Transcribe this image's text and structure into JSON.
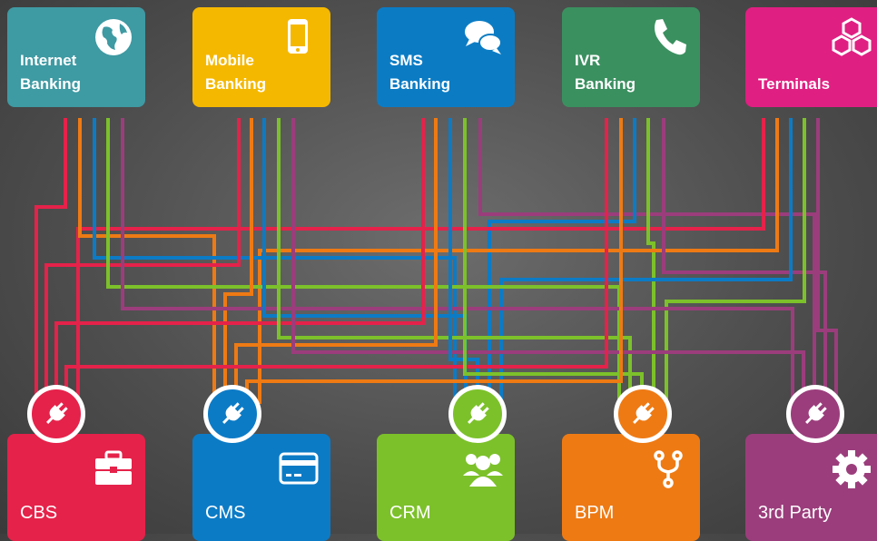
{
  "channels": [
    {
      "label_line1": "Internet",
      "label_line2": "Banking",
      "color": "#3e9aa3",
      "icon": "globe-icon"
    },
    {
      "label_line1": "Mobile",
      "label_line2": "Banking",
      "color": "#f5b800",
      "icon": "smartphone-icon"
    },
    {
      "label_line1": "SMS",
      "label_line2": "Banking",
      "color": "#0b7cc4",
      "icon": "chat-bubbles-icon"
    },
    {
      "label_line1": "IVR",
      "label_line2": "Banking",
      "color": "#3b9060",
      "icon": "phone-icon"
    },
    {
      "label_line1": "",
      "label_line2": "Terminals",
      "color": "#e01f82",
      "icon": "cubes-icon"
    }
  ],
  "systems": [
    {
      "label": "CBS",
      "color": "#e5224a",
      "icon": "briefcase-icon"
    },
    {
      "label": "CMS",
      "color": "#0c7bc6",
      "icon": "credit-card-icon"
    },
    {
      "label": "CRM",
      "color": "#7cc12a",
      "icon": "users-icon"
    },
    {
      "label": "BPM",
      "color": "#ee7a14",
      "icon": "branch-icon"
    },
    {
      "label": "3rd Party",
      "color": "#9b3d7c",
      "icon": "gear-icon"
    }
  ],
  "hub_icon": "plug-icon",
  "wire_colors": [
    "#e5224a",
    "#ee7a14",
    "#0c7bc6",
    "#7cc12a",
    "#9b3d7c"
  ]
}
